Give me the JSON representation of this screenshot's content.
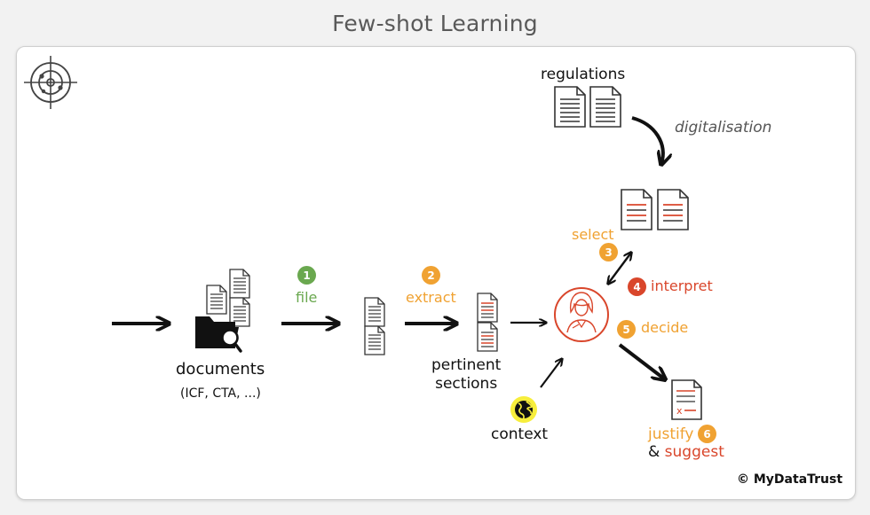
{
  "title": "Few-shot Learning",
  "colors": {
    "green": "#6aa84f",
    "orange": "#f0a232",
    "red": "#d9462b",
    "gray_text": "#555555",
    "dark": "#111111"
  },
  "icons": {
    "target": "target-icon",
    "documents": "documents-icon",
    "folder": "folder-search-icon",
    "expert": "expert-avatar-icon",
    "globe": "globe-icon",
    "report": "report-document-icon"
  },
  "labels": {
    "regulations": "regulations",
    "digitalisation": "digitalisation",
    "documents": "documents",
    "documents_examples": "(ICF, CTA, ...)",
    "pertinent_sections_line1": "pertinent",
    "pertinent_sections_line2": "sections",
    "context": "context",
    "copyright": "© MyDataTrust"
  },
  "steps": [
    {
      "number": "1",
      "label": "file"
    },
    {
      "number": "2",
      "label": "extract"
    },
    {
      "number": "3",
      "label": "select"
    },
    {
      "number": "4",
      "label": "interpret"
    },
    {
      "number": "5",
      "label": "decide"
    },
    {
      "number": "6",
      "label": "justify"
    }
  ],
  "suggest": {
    "amp": "&",
    "word": "suggest"
  }
}
